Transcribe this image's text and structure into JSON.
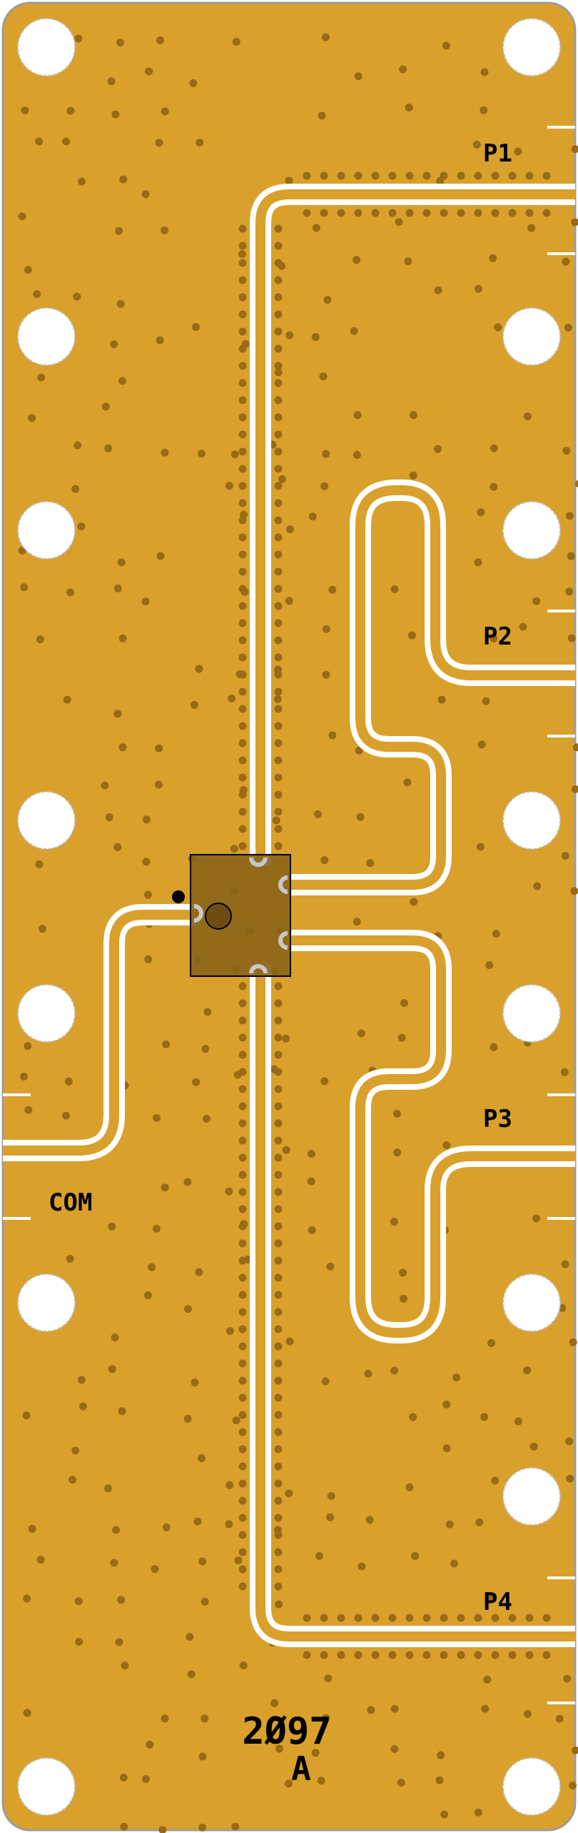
{
  "board": {
    "colors": {
      "substrate": "#D9A02C",
      "edge": "#9C9C9C",
      "via_dot": "#9A6A14",
      "trace_gap": "#FFFFFF",
      "chip_body": "#8A6418",
      "hole": "#FFFFFF"
    },
    "ports": {
      "p1": "P1",
      "p2": "P2",
      "p3": "P3",
      "p4": "P4",
      "com": "COM"
    },
    "part_number": "2Ø97",
    "revision": "A"
  }
}
